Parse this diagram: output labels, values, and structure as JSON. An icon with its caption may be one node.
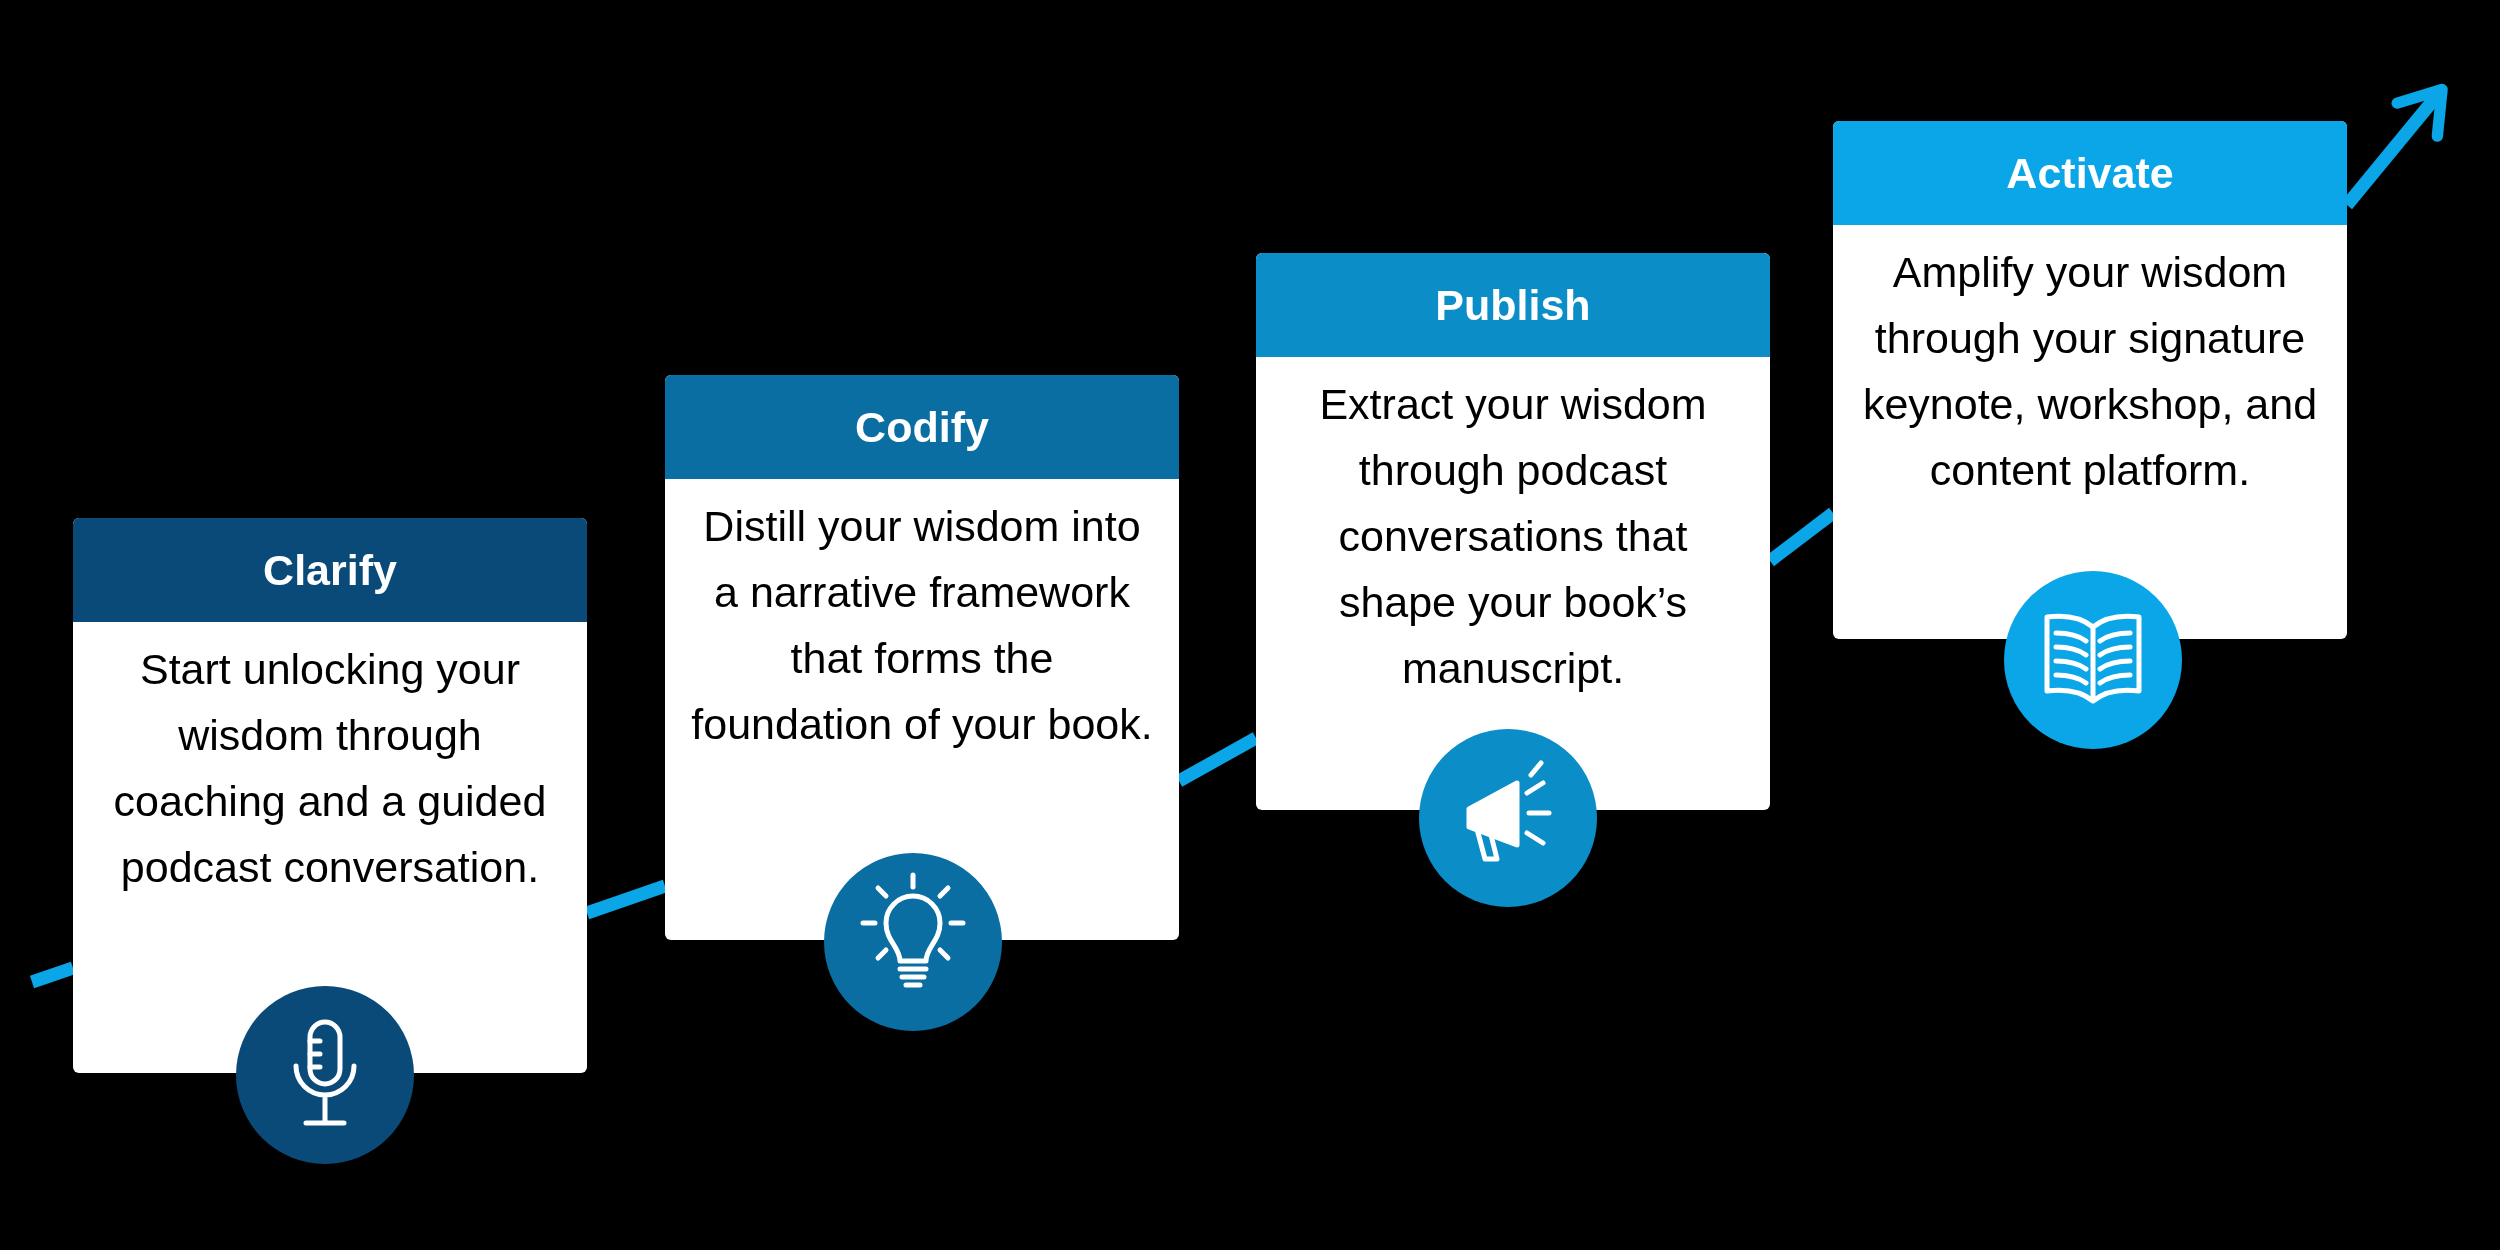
{
  "diagram": {
    "nodes": [
      {
        "text": [
          "Clarify",
          "Start unlocking your wisdom through coaching and a guided podcast conversation."
        ]
      },
      {
        "text": [
          "Codify",
          "Distill your wisdom into a narrative framework that forms the foundation of your book."
        ]
      },
      {
        "text": [
          "Publish",
          "Extract your wisdom through podcast conversations that shape your book’s manuscript."
        ]
      },
      {
        "text": [
          "Activate",
          "Amplify your wisdom through your signature keynote, workshop, and content platform."
        ]
      }
    ],
    "edges": [
      {
        "from": null,
        "to": 0,
        "arrow": "none"
      },
      {
        "from": 0,
        "to": 1,
        "arrow": "none"
      },
      {
        "from": 1,
        "to": 2,
        "arrow": "none"
      },
      {
        "from": 2,
        "to": 3,
        "arrow": "none"
      },
      {
        "from": 3,
        "to": null,
        "arrow": "to"
      }
    ]
  }
}
